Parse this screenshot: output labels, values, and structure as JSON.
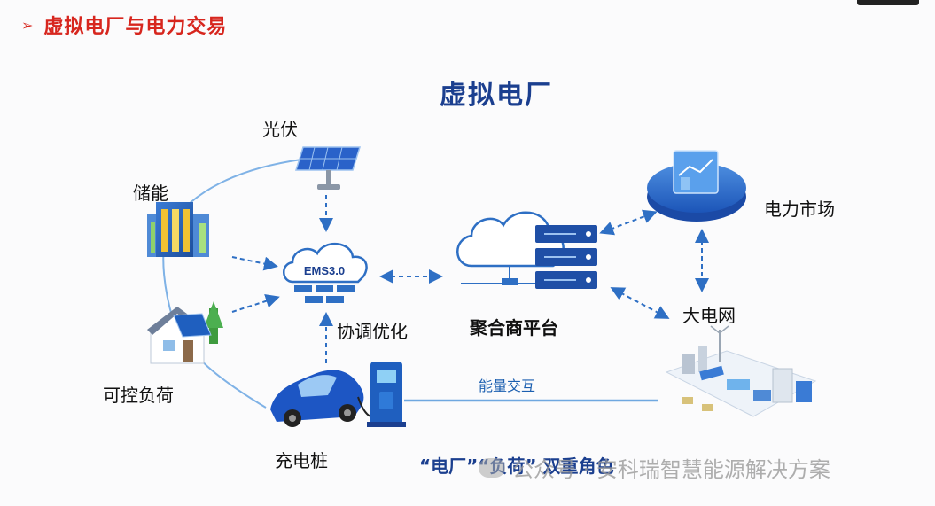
{
  "header": {
    "arrow": "➢",
    "title": "虚拟电厂与电力交易"
  },
  "diagram": {
    "title": "虚拟电厂",
    "nodes": {
      "pv": "光伏",
      "storage": "储能",
      "controllable_load": "可控负荷",
      "charging_pile": "充电桩",
      "ems": "EMS3.0",
      "coordination": "协调优化",
      "aggregator": "聚合商平台",
      "power_market": "电力市场",
      "grid": "大电网"
    },
    "energy_interaction": "能量交互",
    "dual_role": "“电厂”“负荷” 双重角色"
  },
  "watermark": {
    "text": "公众号 · 安科瑞智慧能源解决方案"
  },
  "colors": {
    "accent_red": "#d7261e",
    "navy": "#1b3f8f",
    "blue": "#2e7fd3",
    "light_blue": "#6fa8e0"
  }
}
